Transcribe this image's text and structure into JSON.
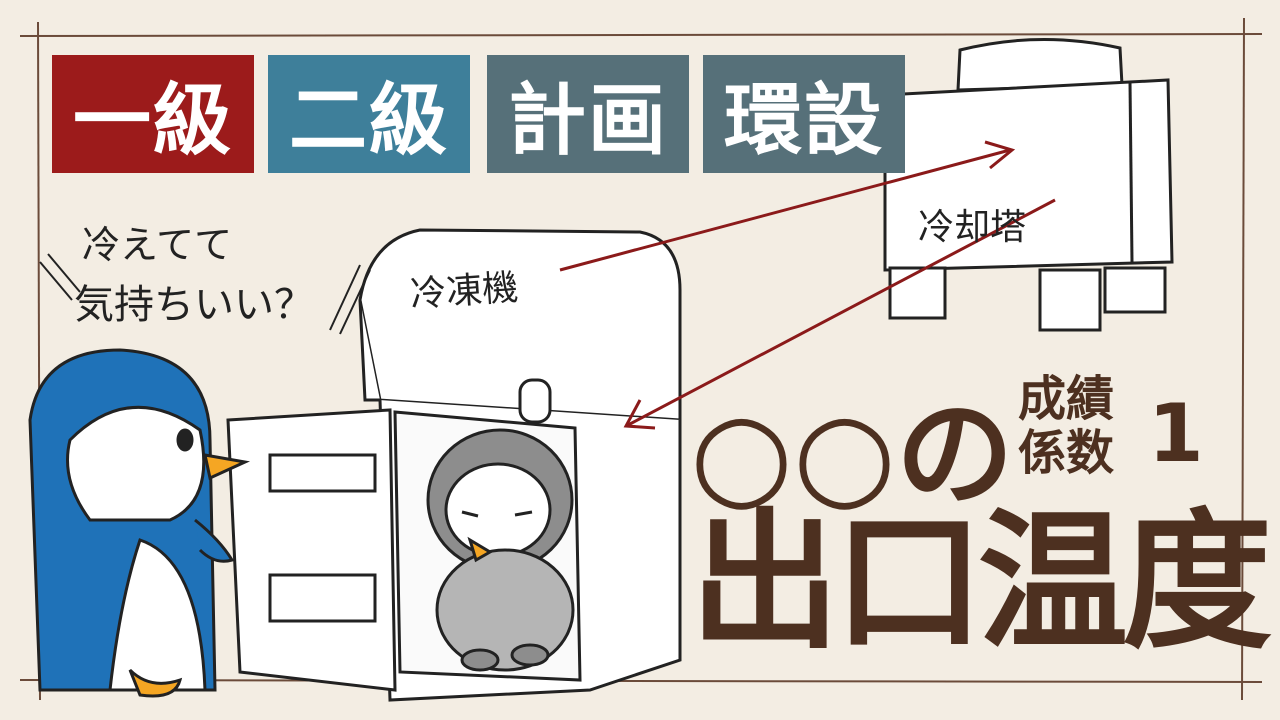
{
  "tags": [
    {
      "label": "一級",
      "color": "#9c1b1b"
    },
    {
      "label": "二級",
      "color": "#3e7f9a"
    },
    {
      "label": "計画",
      "color": "#567079"
    },
    {
      "label": "環設",
      "color": "#567079"
    }
  ],
  "speech": {
    "line1": "冷えてて",
    "line2": "気持ちいい？"
  },
  "labels": {
    "refrigerator": "冷凍機",
    "cooling_tower": "冷却塔"
  },
  "score": {
    "line1": "成績",
    "line2": "係数",
    "digit": "1"
  },
  "title": {
    "circles": "○○の",
    "main": "出口温度"
  },
  "colors": {
    "title": "#4d3020",
    "arrow": "#8b1a1a",
    "background": "#f3ede3",
    "penguin_blue": "#1f72b8",
    "chick_gray": "#8d8d8d"
  },
  "icons": [
    "penguin-adult-icon",
    "penguin-chick-icon",
    "refrigerator-icon",
    "cooling-tower-icon",
    "arrow-icon"
  ]
}
